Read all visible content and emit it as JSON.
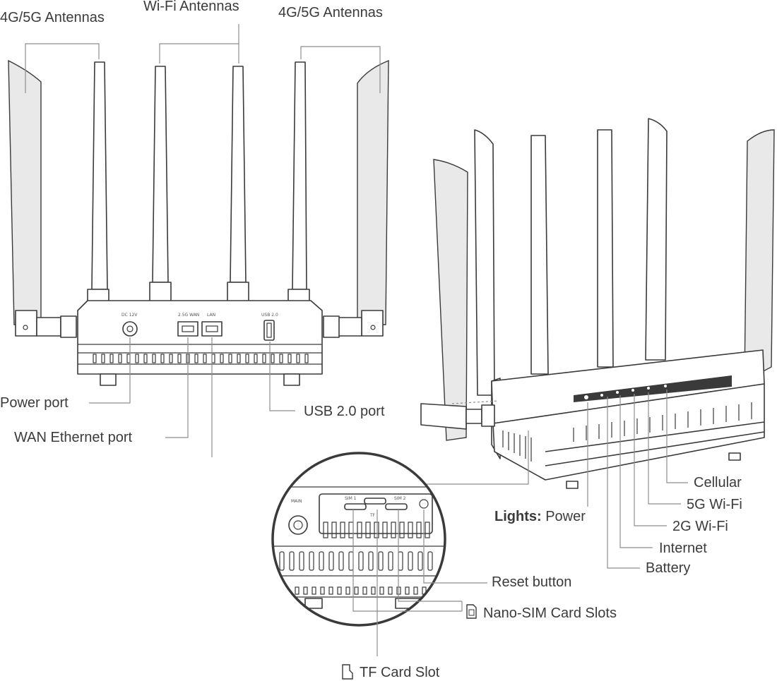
{
  "labels": {
    "antennas_left": "4G/5G Antennas",
    "antennas_wifi": "Wi-Fi Antennas",
    "antennas_right": "4G/5G Antennas",
    "power_port": "Power port",
    "wan_port": "WAN Ethernet port",
    "usb_port": "USB 2.0 port",
    "cellular": "Cellular",
    "wifi_5g": "5G Wi-Fi",
    "lights_prefix": "Lights:",
    "lights_power": "Power",
    "wifi_2g": "2G Wi-Fi",
    "internet": "Internet",
    "battery": "Battery",
    "reset_button": "Reset button",
    "nano_sim": "Nano-SIM Card Slots",
    "tf_card": "TF Card Slot"
  },
  "panel_text": {
    "dc": "DC 12V",
    "wan": "2.5G WAN",
    "lan": "LAN",
    "usb": "USB 2.0",
    "main": "MAIN",
    "sim1": "SIM 1",
    "sim2": "SIM 2",
    "tf": "TF"
  },
  "icons": [
    "sim-card-icon",
    "tf-card-icon"
  ],
  "colors": {
    "line": "#3a3a3a",
    "leader": "#8e8e8e",
    "text": "#3b3b3b"
  }
}
